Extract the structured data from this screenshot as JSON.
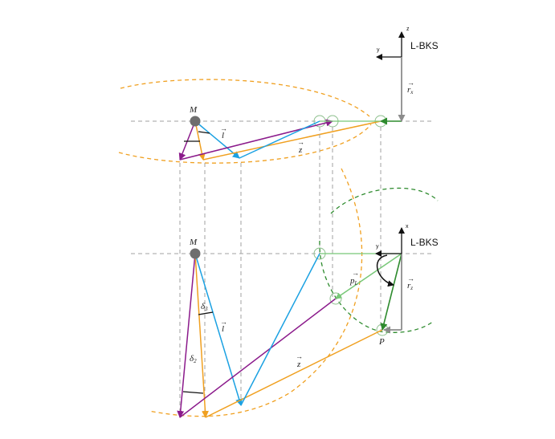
{
  "colors": {
    "axis": "#111111",
    "reference": "#8c8c8c",
    "dashes": "#a0a0a0",
    "magenta": "#8b1a8b",
    "orange": "#f0a020",
    "cyan": "#1ba1e2",
    "green": "#2e8b2e",
    "lightgreen": "#78c878",
    "circle": "#8cbf8c",
    "mass": "#6e6e6e"
  },
  "top_view": {
    "frame_label": "L-BKS",
    "axis_vertical": "z",
    "axis_horizontal": "y",
    "mass_label": "M",
    "vec_l": "l",
    "vec_z": "z",
    "vec_r": "r",
    "vec_r_sub": "x"
  },
  "bottom_view": {
    "frame_label": "L-BKS",
    "axis_vertical": "x",
    "axis_horizontal": "y",
    "mass_label": "M",
    "vec_l": "l",
    "vec_z": "z",
    "vec_p": "p",
    "vec_p_sub": "L",
    "vec_r": "r",
    "vec_r_sub": "z",
    "point_label": "P",
    "angle_delta3": "δ",
    "angle_delta3_sub": "3",
    "angle_delta2": "δ",
    "angle_delta2_sub": "2"
  },
  "arrow_glyph": "→"
}
